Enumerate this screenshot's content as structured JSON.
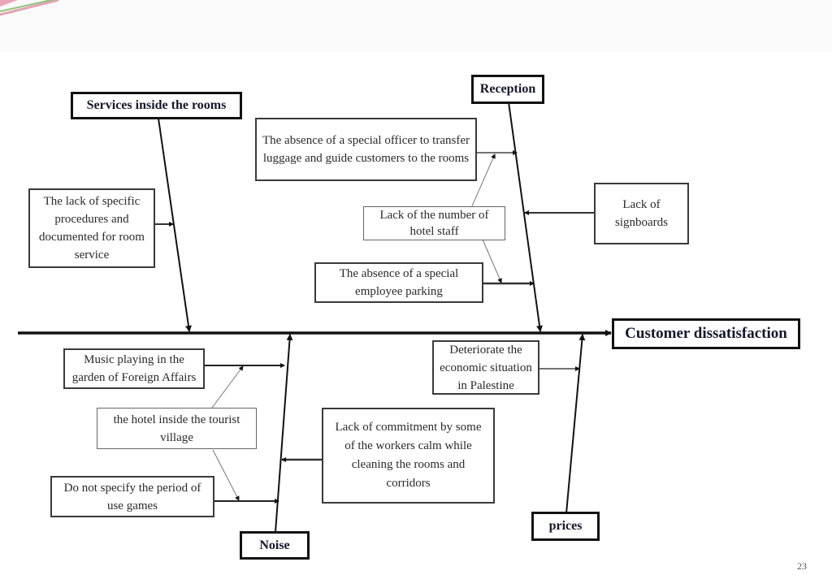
{
  "slide": {
    "page_number": "23",
    "accent_colors": {
      "pink": "#e8a6b6",
      "green": "#8fc47a"
    }
  },
  "diagram": {
    "type": "fishbone",
    "effect": "Customer dissatisfaction",
    "categories": [
      {
        "name": "Services inside the rooms",
        "causes": [
          "The lack of specific procedures and documented for room service"
        ]
      },
      {
        "name": "Reception",
        "causes": [
          "The absence of a special officer to transfer luggage and guide customers to the rooms",
          "Lack of signboards",
          "Lack of the number of hotel staff",
          "The absence of a special employee parking"
        ]
      },
      {
        "name": "Noise",
        "causes": [
          "Music playing in the garden of Foreign Affairs",
          "the hotel inside the tourist village",
          "Do not specify the period of use games",
          "Lack of commitment by some of the workers calm while cleaning the rooms and corridors"
        ]
      },
      {
        "name": "prices",
        "causes": [
          "Deteriorate the economic situation in Palestine"
        ]
      }
    ]
  }
}
